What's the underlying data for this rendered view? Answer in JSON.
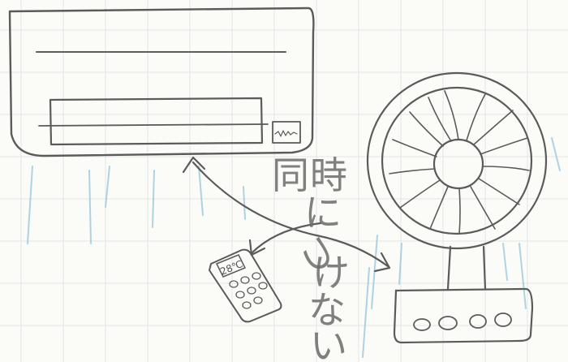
{
  "caption_chars": [
    "同",
    "時",
    "に",
    "つ",
    "け",
    "な",
    "い"
  ],
  "remote_display": "28℃",
  "colors": {
    "paper": "#fbfbf8",
    "grid": "#e3e5e8",
    "pencil": "#5b5b5b",
    "blue_pencil": "#9cc9dd"
  },
  "icons": [
    "air-conditioner",
    "electric-fan",
    "remote-control",
    "curved-double-arrow"
  ]
}
